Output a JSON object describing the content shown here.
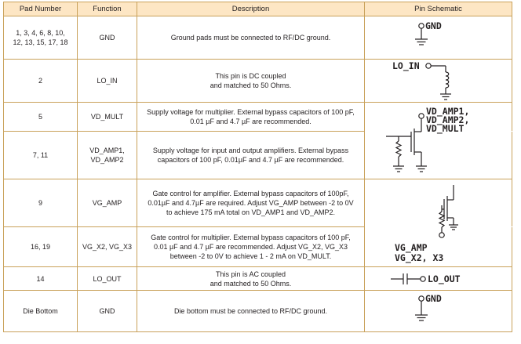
{
  "headers": [
    "Pad Number",
    "Function",
    "Description",
    "Pin Schematic"
  ],
  "rows": [
    {
      "pad": "1, 3, 4, 6, 8, 10,\n12, 13, 15, 17, 18",
      "function": "GND",
      "description": "Ground pads must be connected to RF/DC ground."
    },
    {
      "pad": "2",
      "function": "LO_IN",
      "description": "This pin is DC coupled\nand matched to 50 Ohms."
    },
    {
      "pad": "5",
      "function": "VD_MULT",
      "description": "Supply voltage for multiplier. External bypass capacitors of 100 pF,\n0.01 µF and 4.7 µF are recommended."
    },
    {
      "pad": "7, 11",
      "function": "VD_AMP1,\nVD_AMP2",
      "description": "Supply voltage for input and output amplifiers. External bypass\ncapacitors of 100 pF, 0.01µF and 4.7 µF are recommended."
    },
    {
      "pad": "9",
      "function": "VG_AMP",
      "description": "Gate control for amplifier. External bypass capacitors of 100pF,\n0.01µF and 4.7µF are required. Adjust VG_AMP between -2 to 0V\nto achieve 175 mA total on VD_AMP1 and VD_AMP2."
    },
    {
      "pad": "16, 19",
      "function": "VG_X2, VG_X3",
      "description": "Gate control for multiplier. External bypass capacitors of 100 pF,\n0.01 µF and 4.7 µF are recommended. Adjust VG_X2, VG_X3\nbetween -2 to 0V to achieve 1 - 2 mA on VD_MULT."
    },
    {
      "pad": "14",
      "function": "LO_OUT",
      "description": "This pin is AC coupled\nand matched to 50 Ohms."
    },
    {
      "pad": "Die Bottom",
      "function": "GND",
      "description": "Die bottom must be connected to RF/DC ground."
    }
  ],
  "schematics": {
    "gnd_top": "GND",
    "lo_in": "LO_IN",
    "vd_label_1": "VD_AMP1,",
    "vd_label_2": "VD_AMP2,",
    "vd_label_3": "VD_MULT",
    "vg_label_1": "VG_AMP",
    "vg_label_2": "VG_X2,  X3",
    "lo_out": "LO_OUT",
    "gnd_bottom": "GND"
  }
}
